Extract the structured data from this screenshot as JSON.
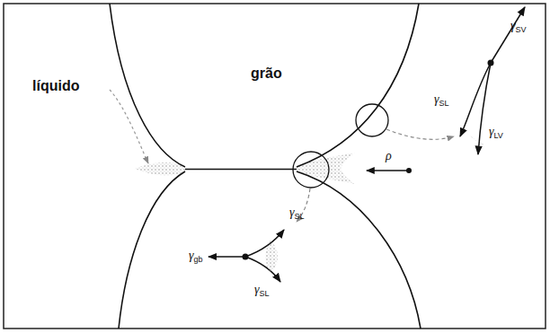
{
  "diagram": {
    "labels": [
      "grão",
      "líquido",
      "ρ",
      "γSV",
      "γSL",
      "γLV",
      "γgb",
      "γSL",
      "γSL"
    ]
  }
}
